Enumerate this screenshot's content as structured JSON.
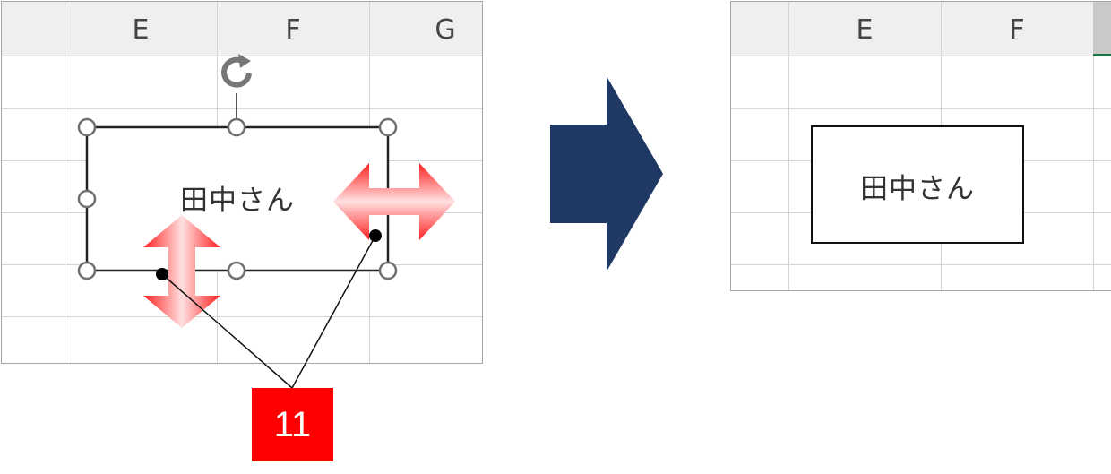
{
  "before": {
    "columns": [
      "E",
      "F",
      "G"
    ],
    "shape_text": "田中さん",
    "icons": [
      "rotate-handle-icon",
      "vertical-resize-arrow-icon",
      "horizontal-resize-arrow-icon"
    ]
  },
  "after": {
    "columns": [
      "E",
      "F"
    ],
    "shape_text": "田中さん"
  },
  "callout": {
    "label": "11",
    "color": "#ff0000"
  },
  "colors": {
    "arrow": "#1f3864",
    "resize_arrow": "#ff0000",
    "accent_green": "#217346"
  }
}
